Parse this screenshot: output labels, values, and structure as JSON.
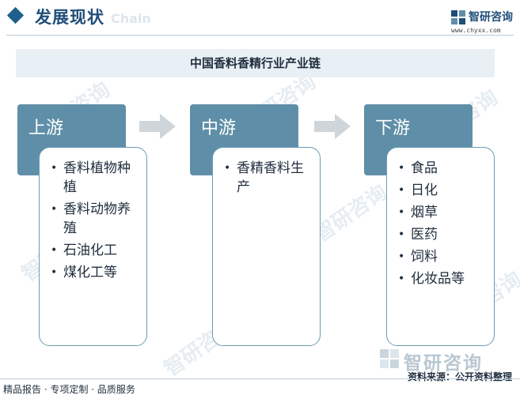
{
  "header": {
    "section_title": "发展现状",
    "watermark_en": "Chain"
  },
  "logo": {
    "name": "智研咨询",
    "url": "www.chyxx.com"
  },
  "diagram": {
    "title": "中国香料香精行业产业链",
    "stages": [
      {
        "label": "上游",
        "items": [
          "香料植物种植",
          "香料动物养殖",
          "石油化工",
          "煤化工等"
        ]
      },
      {
        "label": "中游",
        "items": [
          "香精香料生产"
        ]
      },
      {
        "label": "下游",
        "items": [
          "食品",
          "日化",
          "烟草",
          "医药",
          "饲料",
          "化妆品等"
        ]
      }
    ]
  },
  "branding": {
    "big_name": "智研咨询",
    "watermark_text": "智研咨询"
  },
  "footer": {
    "left": "精品报告 · 专项定制 · 品质服务",
    "source": "资料来源：公开资料整理"
  },
  "colors": {
    "stage_head": "#5f8fa8",
    "card_border": "#6b9bb4",
    "title_band": "#e9f0f5",
    "arrow": "#cfd6db",
    "accent": "#1f4e79"
  }
}
